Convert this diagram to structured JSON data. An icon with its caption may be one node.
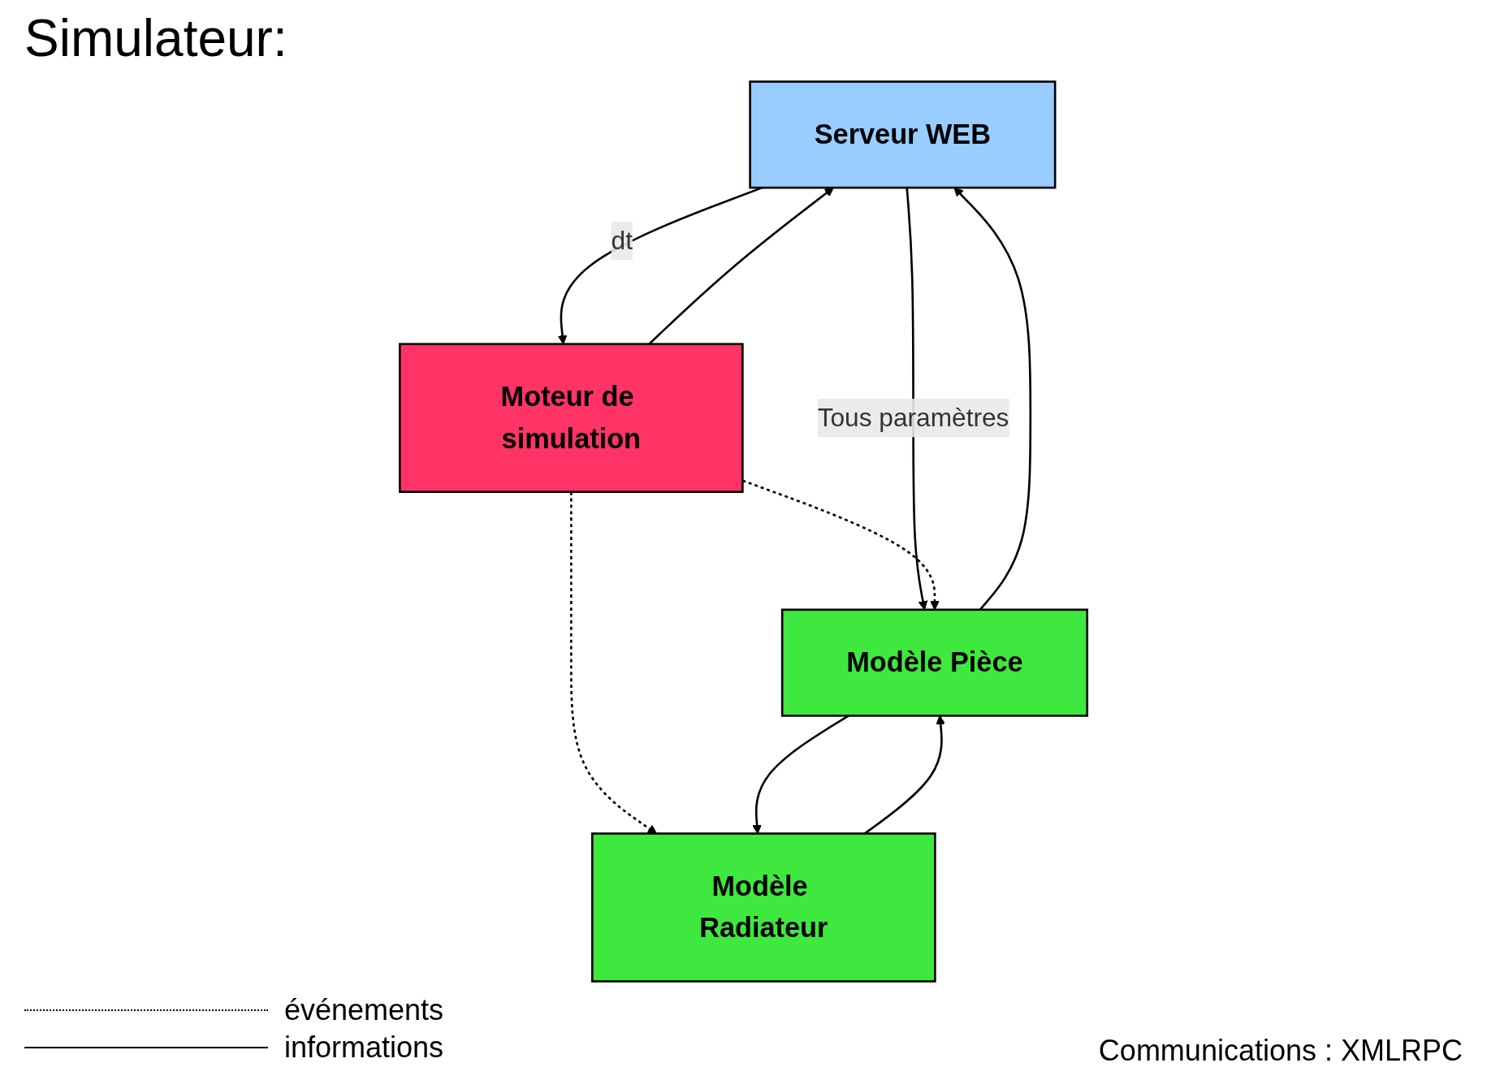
{
  "diagram": {
    "title": "Simulateur:",
    "nodes": [
      {
        "text": [
          "Serveur WEB"
        ]
      },
      {
        "text": [
          "Modèle Pièce"
        ]
      },
      {
        "text": [
          "Moteur de simulation"
        ]
      },
      {
        "text": [
          "Modèle Radiateur"
        ]
      }
    ],
    "edges": [
      {
        "from": 0,
        "to": 2,
        "arrow": "to",
        "label": "dt"
      },
      {
        "from": 2,
        "to": 0,
        "arrow": "to"
      },
      {
        "from": 1,
        "to": 0,
        "arrow": "to"
      },
      {
        "from": 0,
        "to": 1,
        "arrow": "to",
        "label": "Tous paramètres"
      },
      {
        "from": 3,
        "to": 1,
        "arrow": "to"
      },
      {
        "from": 2,
        "to": 1,
        "arrow": "to",
        "style": "dashed"
      },
      {
        "from": 2,
        "to": 3,
        "arrow": "to",
        "style": "dashed"
      },
      {
        "from": 1,
        "to": 3,
        "arrow": "to"
      }
    ],
    "labels": [
      "Communications : XMLRPC"
    ],
    "legend": [
      {
        "text": "événements"
      },
      {
        "text": "informations"
      }
    ]
  }
}
